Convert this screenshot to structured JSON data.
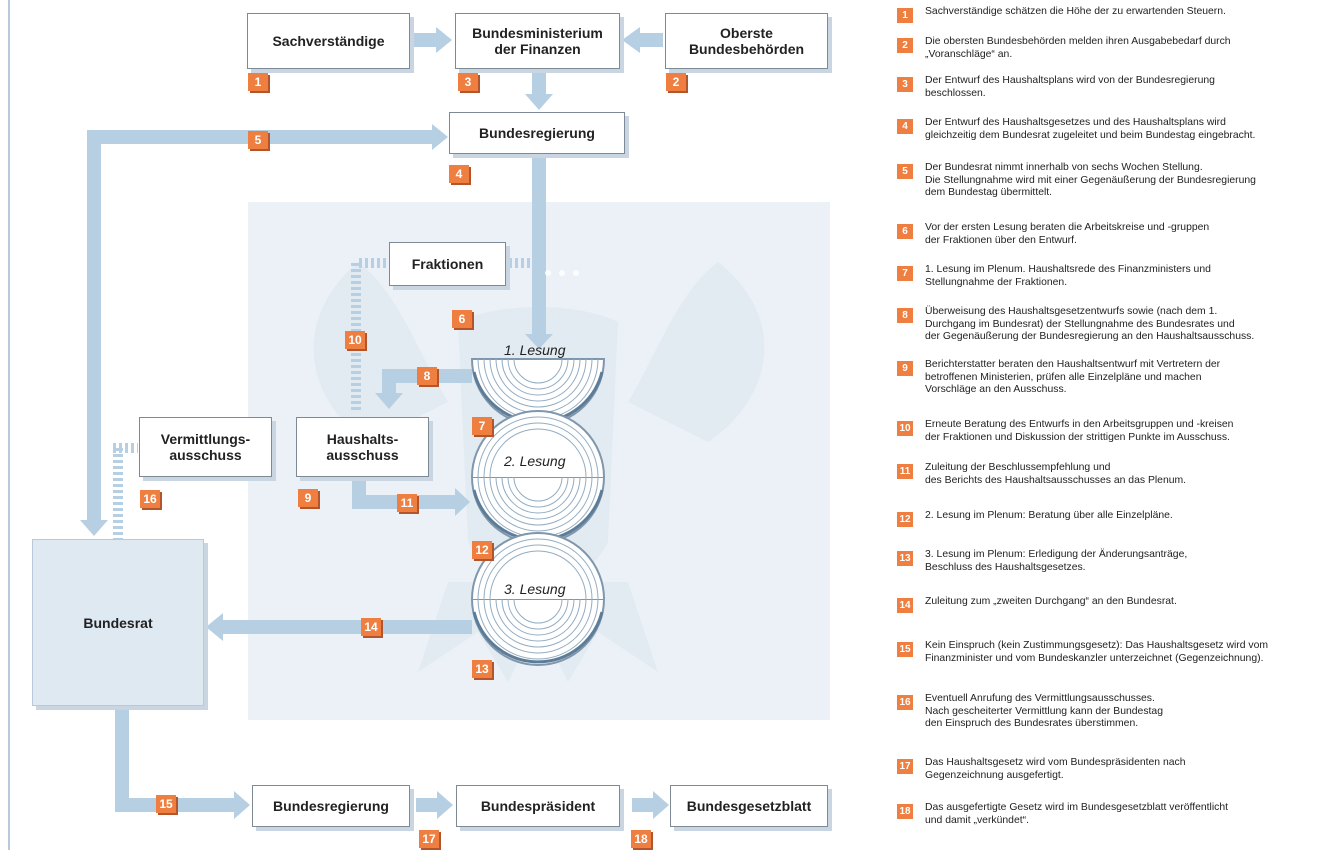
{
  "boxes": {
    "sachverstaendige": "Sachverständige",
    "bmf": "Bundesministerium\nder Finanzen",
    "oberste": "Oberste\nBundesbehörden",
    "bundesregierung_top": "Bundesregierung",
    "fraktionen": "Fraktionen",
    "vermittlung": "Vermittlungs-\nausschuss",
    "haushalt": "Haushalts-\nausschuss",
    "bundesrat": "Bundesrat",
    "bundesregierung_bottom": "Bundesregierung",
    "bundespraesident": "Bundespräsident",
    "gesetzblatt": "Bundesgesetzblatt"
  },
  "lesungen": [
    "1. Lesung",
    "2. Lesung",
    "3. Lesung"
  ],
  "badges": [
    "1",
    "2",
    "3",
    "4",
    "5",
    "6",
    "7",
    "8",
    "9",
    "10",
    "11",
    "12",
    "13",
    "14",
    "15",
    "16",
    "17",
    "18"
  ],
  "legend": [
    {
      "num": "1",
      "text": "Sachverständige schätzen die Höhe der zu erwartenden Steuern."
    },
    {
      "num": "2",
      "text": "Die obersten Bundesbehörden melden ihren Ausgabebedarf durch\n„Voranschläge“ an."
    },
    {
      "num": "3",
      "text": "Der Entwurf des Haushaltsplans wird von der Bundesregierung\nbeschlossen."
    },
    {
      "num": "4",
      "text": "Der Entwurf des Haushaltsgesetzes und des Haushaltsplans wird\ngleichzeitig dem Bundesrat zugeleitet und beim Bundestag eingebracht."
    },
    {
      "num": "5",
      "text": "Der Bundesrat nimmt innerhalb von sechs Wochen Stellung.\nDie Stellungnahme wird mit einer Gegenäußerung der Bundesregierung\ndem Bundestag übermittelt."
    },
    {
      "num": "6",
      "text": "Vor der ersten Lesung beraten die Arbeitskreise und -gruppen\nder Fraktionen über den Entwurf."
    },
    {
      "num": "7",
      "text": "1. Lesung im Plenum. Haushaltsrede des Finanzministers und\nStellungnahme der Fraktionen."
    },
    {
      "num": "8",
      "text": "Überweisung des Haushaltsgesetzentwurfs sowie (nach dem 1.\nDurchgang im Bundesrat) der Stellungnahme des Bundesrates und\nder Gegenäußerung der Bundesregierung an den Haushaltsausschuss."
    },
    {
      "num": "9",
      "text": "Berichterstatter beraten den Haushaltsentwurf mit Vertretern der\nbetroffenen Ministerien, prüfen alle Einzelpläne und machen\nVorschläge an den Ausschuss."
    },
    {
      "num": "10",
      "text": "Erneute Beratung des Entwurfs in den Arbeitsgruppen und -kreisen\nder Fraktionen und Diskussion der strittigen Punkte im Ausschuss."
    },
    {
      "num": "11",
      "text": "Zuleitung der Beschlussempfehlung und\ndes Berichts des Haushaltsausschusses an das Plenum."
    },
    {
      "num": "12",
      "text": "2. Lesung im Plenum: Beratung über alle Einzelpläne."
    },
    {
      "num": "13",
      "text": "3. Lesung im Plenum: Erledigung der Änderungsanträge,\nBeschluss des Haushaltsgesetzes."
    },
    {
      "num": "14",
      "text": "Zuleitung zum „zweiten Durchgang“ an den Bundesrat."
    },
    {
      "num": "15",
      "text": "Kein Einspruch (kein Zustimmungsgesetz): Das Haushaltsgesetz wird vom\nFinanzminister und vom Bundeskanzler unterzeichnet (Gegenzeichnung)."
    },
    {
      "num": "16",
      "text": "Eventuell Anrufung des Vermittlungsausschusses.\nNach gescheiterter Vermittlung kann der Bundestag\nden Einspruch des Bundesrates überstimmen."
    },
    {
      "num": "17",
      "text": "Das Haushaltsgesetz wird vom Bundespräsidenten nach\nGegenzeichnung ausgefertigt."
    },
    {
      "num": "18",
      "text": "Das ausgefertigte Gesetz wird im Bundesgesetzblatt veröffentlicht\nund damit „verkündet“."
    }
  ],
  "colors": {
    "arrow": "#b7cfe3",
    "badge": "#ef7f41",
    "panel": "#ebf1f6",
    "bundesrat": "#dfe9f2"
  }
}
